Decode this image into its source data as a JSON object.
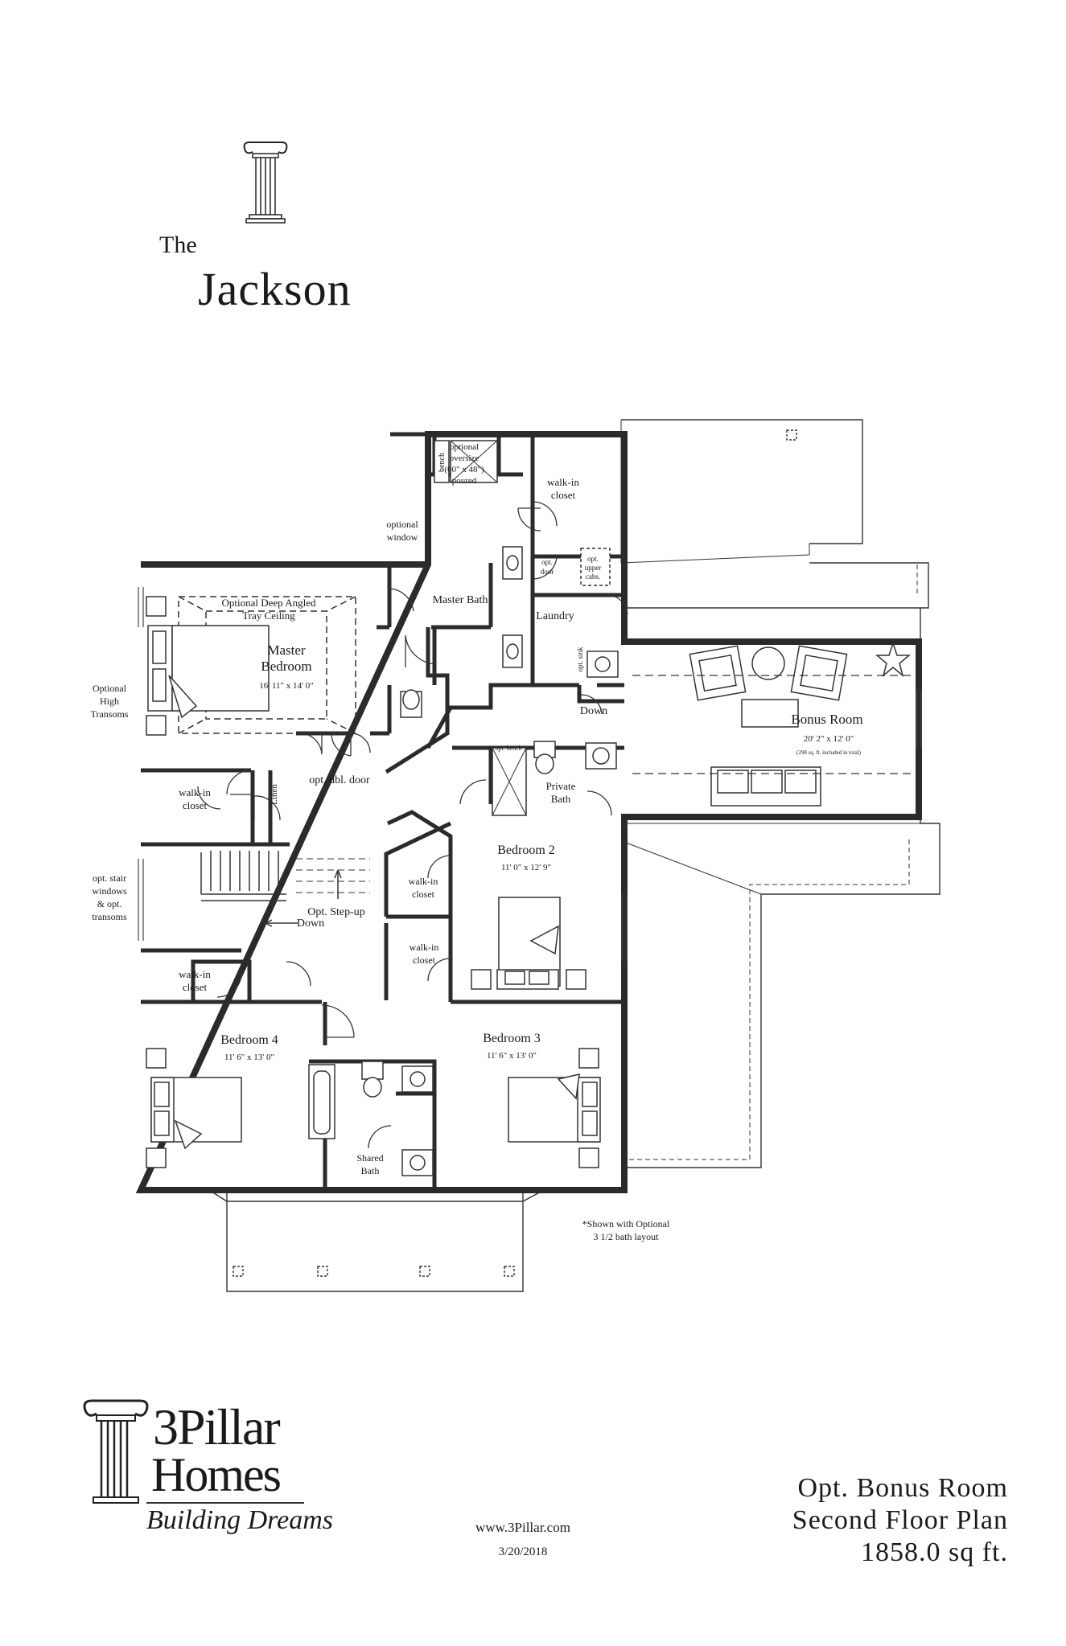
{
  "header": {
    "prefix": "The",
    "name": "Jackson"
  },
  "rooms": {
    "optional_shower": [
      "optional",
      "oversize",
      "(60\" x 48\")",
      "poured"
    ],
    "bench": "bench",
    "walkin_closet_top": [
      "walk-in",
      "closet"
    ],
    "optional_window": [
      "optional",
      "window"
    ],
    "tray_ceiling": [
      "Optional Deep Angled",
      "Tray Ceiling"
    ],
    "master_bedroom": [
      "Master",
      "Bedroom"
    ],
    "master_bedroom_dim": "16' 11\" x 14' 0\"",
    "master_bath": "Master Bath",
    "opt_door": [
      "opt.",
      "door"
    ],
    "opt_upper_cabs": [
      "opt.",
      "upper",
      "cabs."
    ],
    "laundry": "Laundry",
    "opt_sink": "opt. sink",
    "optional_high_transoms": [
      "Optional",
      "High",
      "Transoms"
    ],
    "down_top": "Down",
    "bonus_room": "Bonus Room",
    "bonus_room_dim": "20' 2\" x 12' 0\"",
    "bonus_room_note": "(298 sq. ft. included in total)",
    "walkin_closet_master": [
      "walk-in",
      "closet"
    ],
    "linen": "Linen",
    "opt_dbl_door": "opt. dbl. door",
    "opt_bench": "opt. bench",
    "private_bath": [
      "Private",
      "Bath"
    ],
    "bedroom2": "Bedroom 2",
    "bedroom2_dim": "11' 0\" x 12' 9\"",
    "walkin_closet_b2": [
      "walk-in",
      "closet"
    ],
    "opt_stair": [
      "opt. stair",
      "windows",
      "& opt.",
      "transoms"
    ],
    "opt_stepup": "Opt. Step-up",
    "down_stair": "Down",
    "walkin_closet_b3": [
      "walk-in",
      "closet"
    ],
    "walkin_closet_b4": [
      "walk-in",
      "closet"
    ],
    "bedroom4": "Bedroom 4",
    "bedroom4_dim": "11' 6\" x 13' 0\"",
    "bedroom3": "Bedroom 3",
    "bedroom3_dim": "11' 6\" x 13' 0\"",
    "shared_bath": [
      "Shared",
      "Bath"
    ],
    "note": [
      "*Shown with Optional",
      "3 1/2 bath layout"
    ]
  },
  "brand": {
    "line1": "3Pillar",
    "line2": "Homes",
    "line3": "Building Dreams"
  },
  "footer": {
    "url": "www.3Pillar.com",
    "date": "3/20/2018"
  },
  "plan_info": {
    "line1": "Opt. Bonus Room",
    "line2": "Second Floor Plan",
    "line3": "1858.0 sq ft."
  }
}
